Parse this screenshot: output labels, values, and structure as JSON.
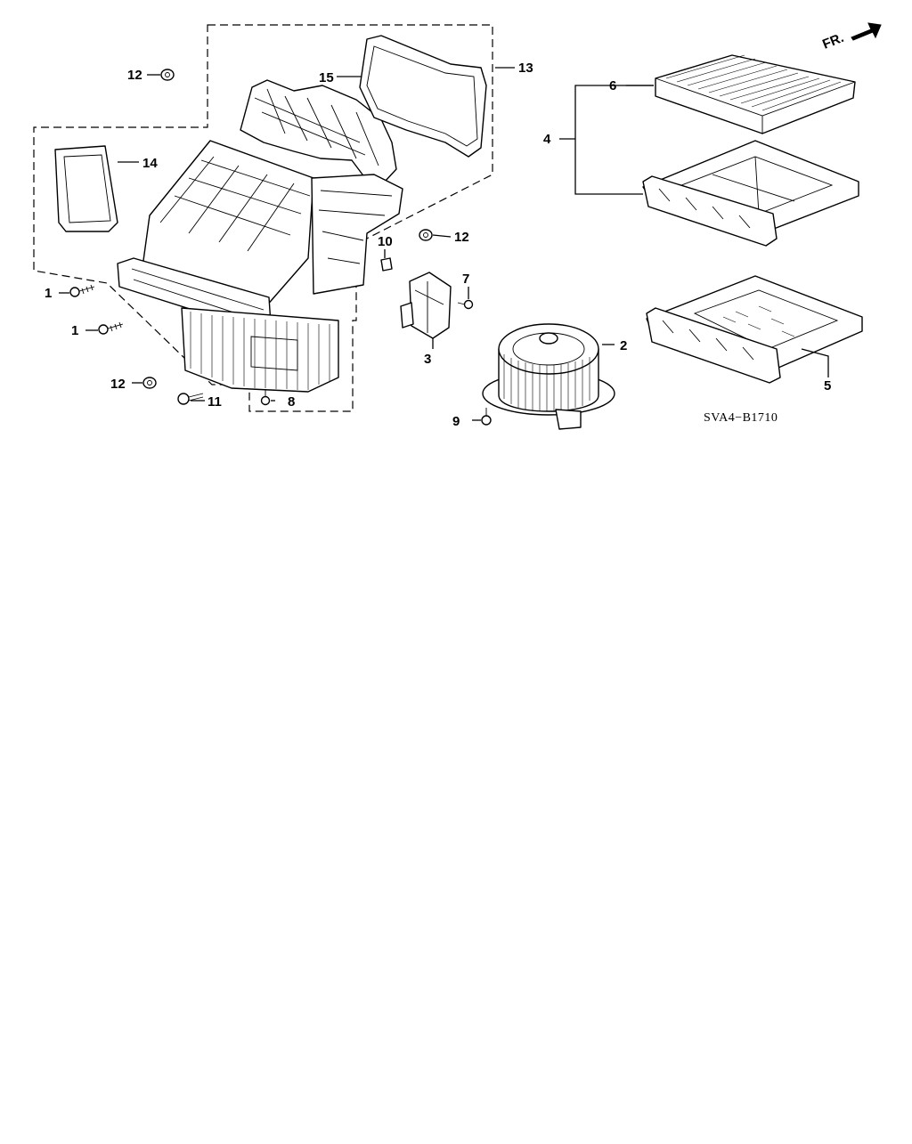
{
  "diagram": {
    "diagram_code": "SVA4−B1710",
    "direction_label": "FR.",
    "callouts": [
      "1",
      "1",
      "2",
      "3",
      "4",
      "5",
      "6",
      "7",
      "8",
      "9",
      "10",
      "11",
      "12",
      "12",
      "12",
      "13",
      "14",
      "15"
    ]
  }
}
